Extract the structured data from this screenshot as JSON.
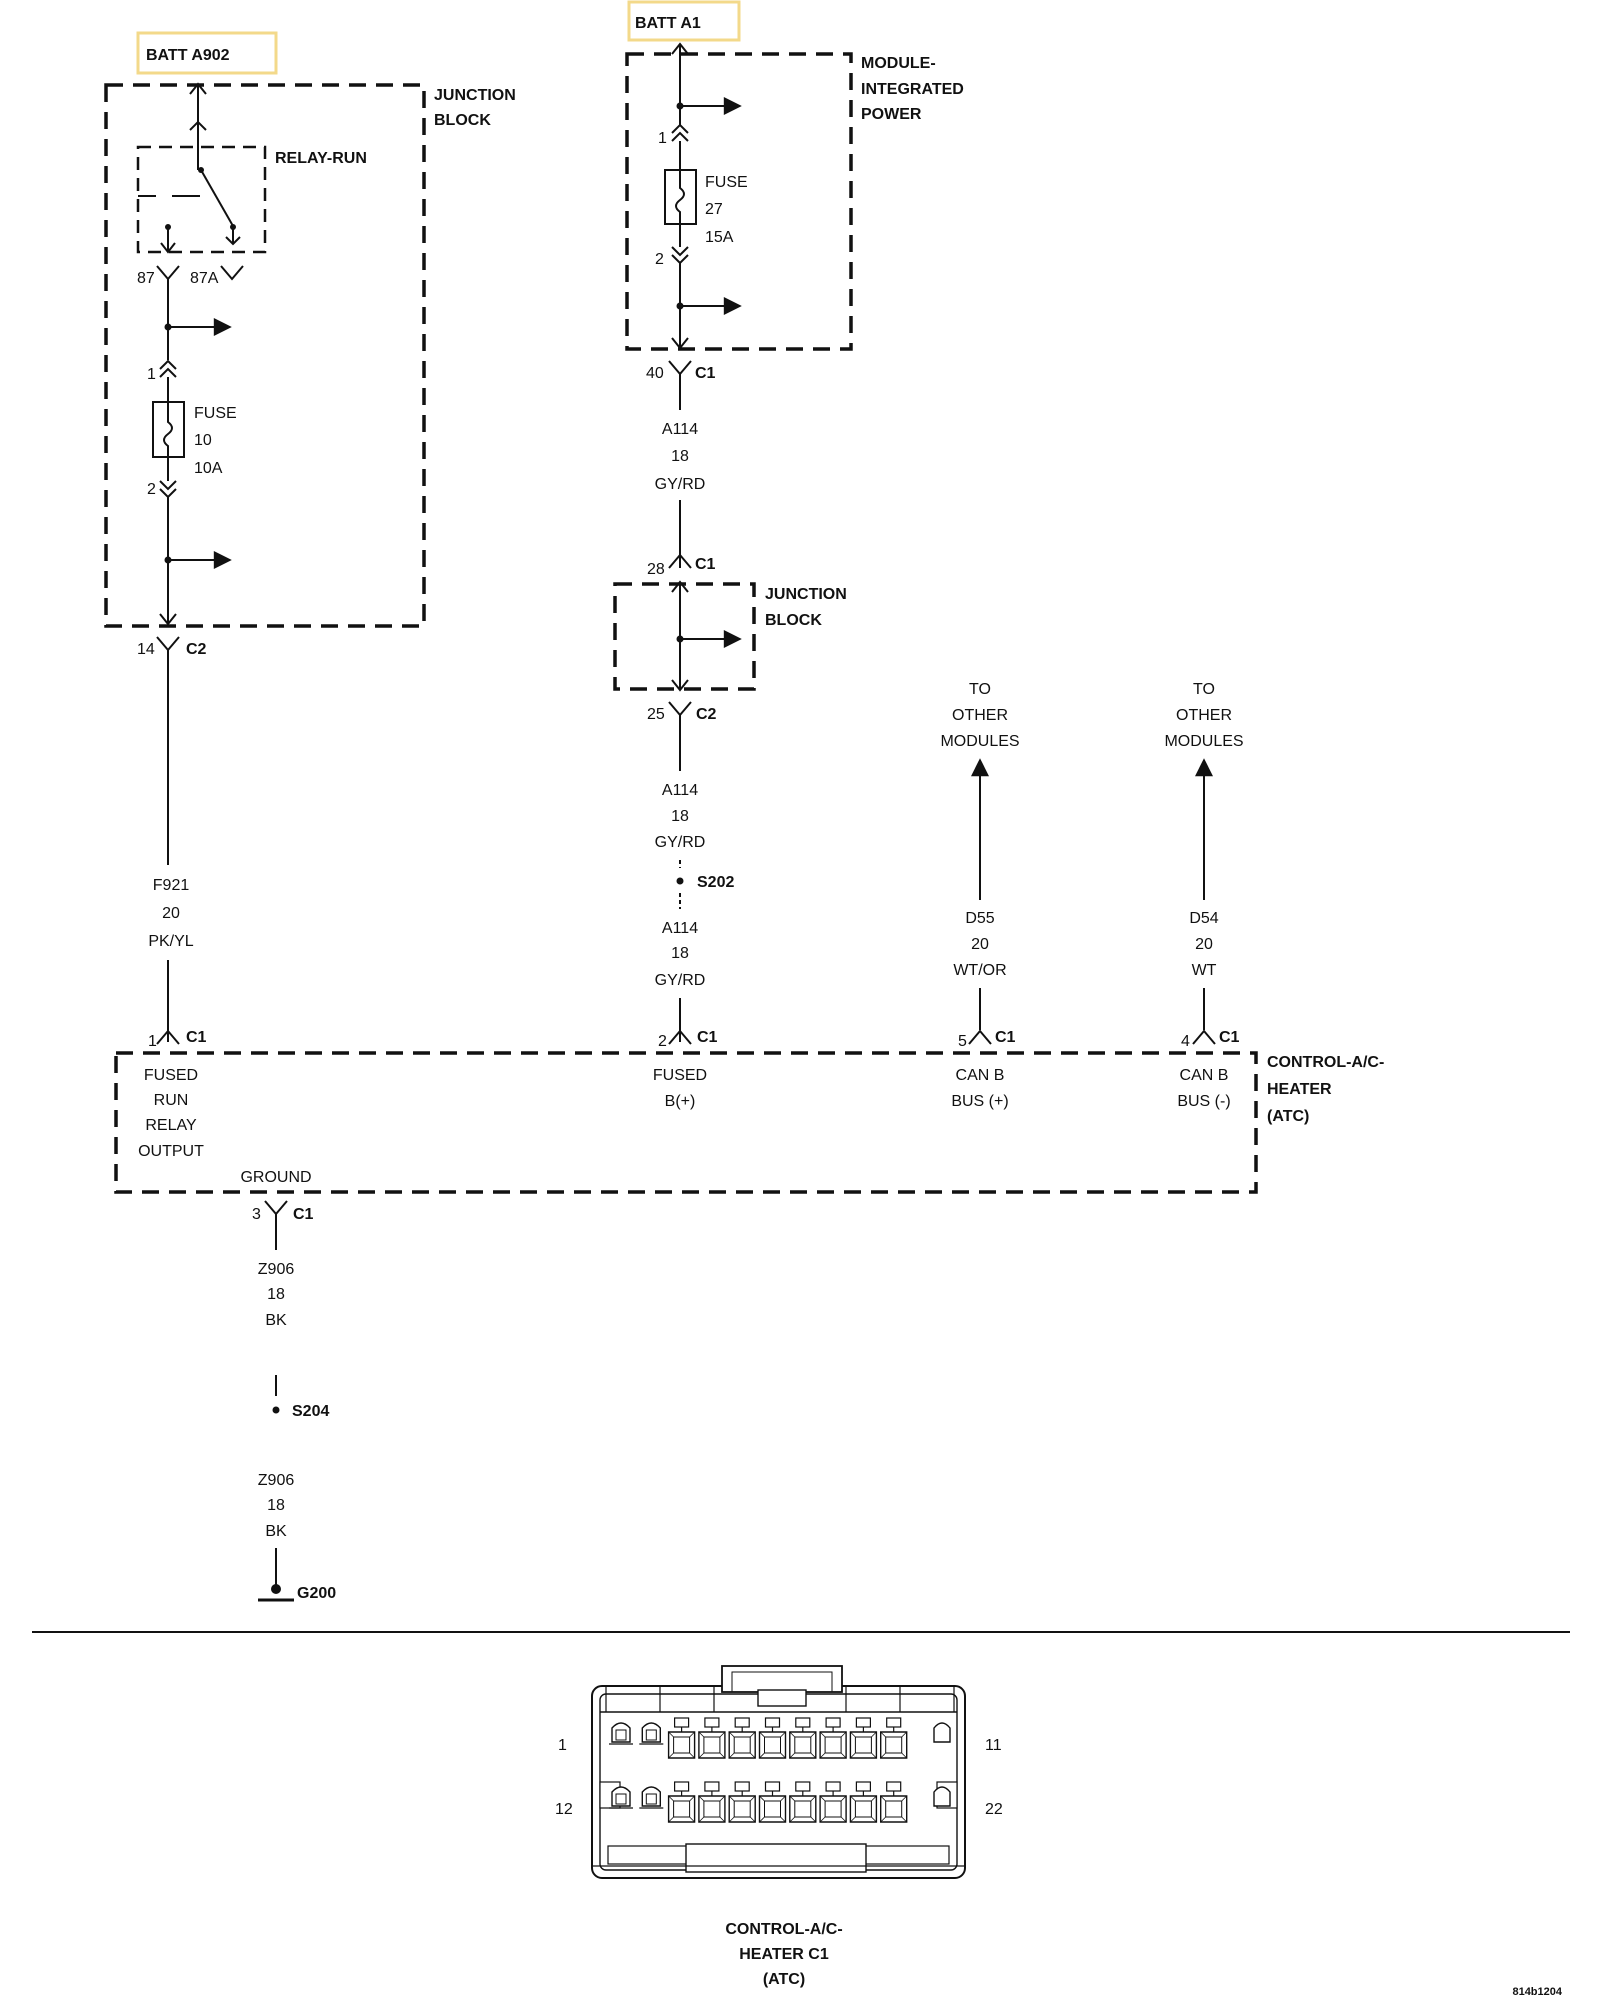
{
  "batt_a902": "BATT A902",
  "batt_a1": "BATT A1",
  "jb_left": {
    "line1": "JUNCTION",
    "line2": "BLOCK"
  },
  "relay_run": "RELAY-RUN",
  "relay_pins": {
    "p87": "87",
    "p87a": "87A"
  },
  "fuse10": {
    "pin_top": "1",
    "pin_bottom": "2",
    "label": "FUSE",
    "number": "10",
    "rating": "10A"
  },
  "left_out": {
    "pin": "14",
    "conn": "C2"
  },
  "wire_f921": {
    "circuit": "F921",
    "gauge": "20",
    "color": "PK/YL"
  },
  "mip": {
    "line1": "MODULE-",
    "line2": "INTEGRATED",
    "line3": "POWER"
  },
  "fuse27": {
    "pin_top": "1",
    "pin_bottom": "2",
    "label": "FUSE",
    "number": "27",
    "rating": "15A"
  },
  "mip_out": {
    "pin": "40",
    "conn": "C1"
  },
  "wire_a114_1": {
    "circuit": "A114",
    "gauge": "18",
    "color": "GY/RD"
  },
  "jb_mid_in": {
    "pin": "28",
    "conn": "C1"
  },
  "jb_mid": {
    "line1": "JUNCTION",
    "line2": "BLOCK"
  },
  "jb_mid_out": {
    "pin": "25",
    "conn": "C2"
  },
  "wire_a114_2": {
    "circuit": "A114",
    "gauge": "18",
    "color": "GY/RD"
  },
  "splice_s202": "S202",
  "wire_a114_3": {
    "circuit": "A114",
    "gauge": "18",
    "color": "GY/RD"
  },
  "to_modules_1": {
    "line1": "TO",
    "line2": "OTHER",
    "line3": "MODULES"
  },
  "to_modules_2": {
    "line1": "TO",
    "line2": "OTHER",
    "line3": "MODULES"
  },
  "wire_d55": {
    "circuit": "D55",
    "gauge": "20",
    "color": "WT/OR"
  },
  "wire_d54": {
    "circuit": "D54",
    "gauge": "20",
    "color": "WT"
  },
  "atc_pins": {
    "p1": {
      "pin": "1",
      "conn": "C1"
    },
    "p2": {
      "pin": "2",
      "conn": "C1"
    },
    "p5": {
      "pin": "5",
      "conn": "C1"
    },
    "p4": {
      "pin": "4",
      "conn": "C1"
    },
    "p3": {
      "pin": "3",
      "conn": "C1"
    }
  },
  "atc_module": {
    "line1": "CONTROL-A/C-",
    "line2": "HEATER",
    "line3": "(ATC)"
  },
  "atc_labels": {
    "fused_run": [
      "FUSED",
      "RUN",
      "RELAY",
      "OUTPUT"
    ],
    "fused_b": [
      "FUSED",
      "B(+)"
    ],
    "can_plus": [
      "CAN B",
      "BUS (+)"
    ],
    "can_minus": [
      "CAN B",
      "BUS (-)"
    ],
    "ground": "GROUND"
  },
  "wire_z906_1": {
    "circuit": "Z906",
    "gauge": "18",
    "color": "BK"
  },
  "splice_s204": "S204",
  "wire_z906_2": {
    "circuit": "Z906",
    "gauge": "18",
    "color": "BK"
  },
  "ground_g200": "G200",
  "connector_view": {
    "pin_1": "1",
    "pin_11": "11",
    "pin_12": "12",
    "pin_22": "22",
    "title_line1": "CONTROL-A/C-",
    "title_line2": "HEATER C1",
    "title_line3": "(ATC)"
  },
  "figure_id": "814b1204"
}
